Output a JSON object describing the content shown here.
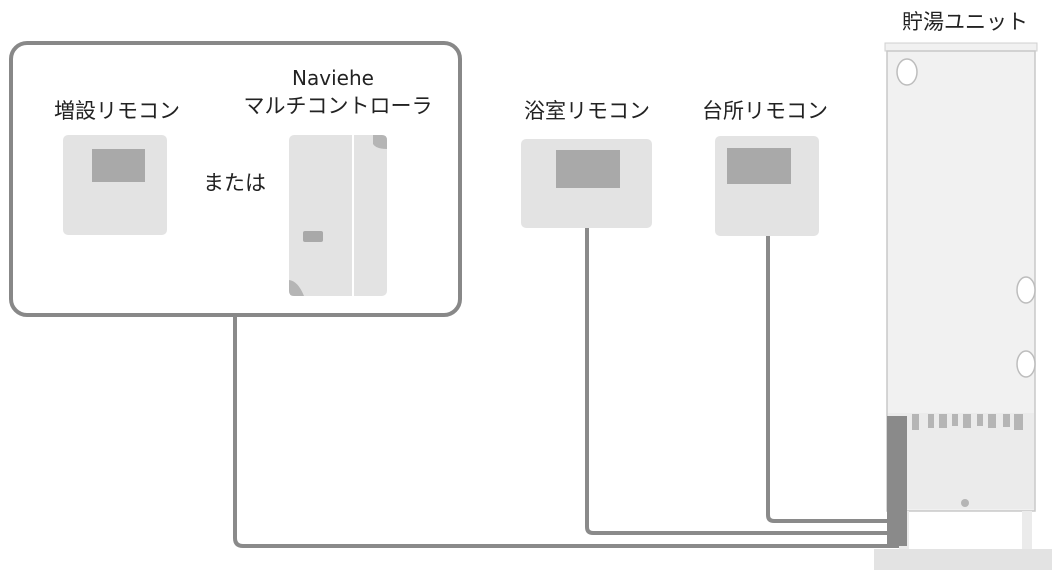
{
  "labels": {
    "unit": "貯湯ユニット",
    "extra_remote": "増設リモコン",
    "naviehe_line1": "Naviehe",
    "naviehe_line2": "マルチコントローラ",
    "or": "または",
    "bath_remote": "浴室リモコン",
    "kitchen_remote": "台所リモコン"
  },
  "colors": {
    "outline": "#888888",
    "device_fill": "#e3e3e3",
    "screen_fill": "#a9a9a9",
    "cable": "#8a8a8a",
    "unit_fill": "#f1f1f1",
    "unit_stroke": "#c8c8c8"
  }
}
